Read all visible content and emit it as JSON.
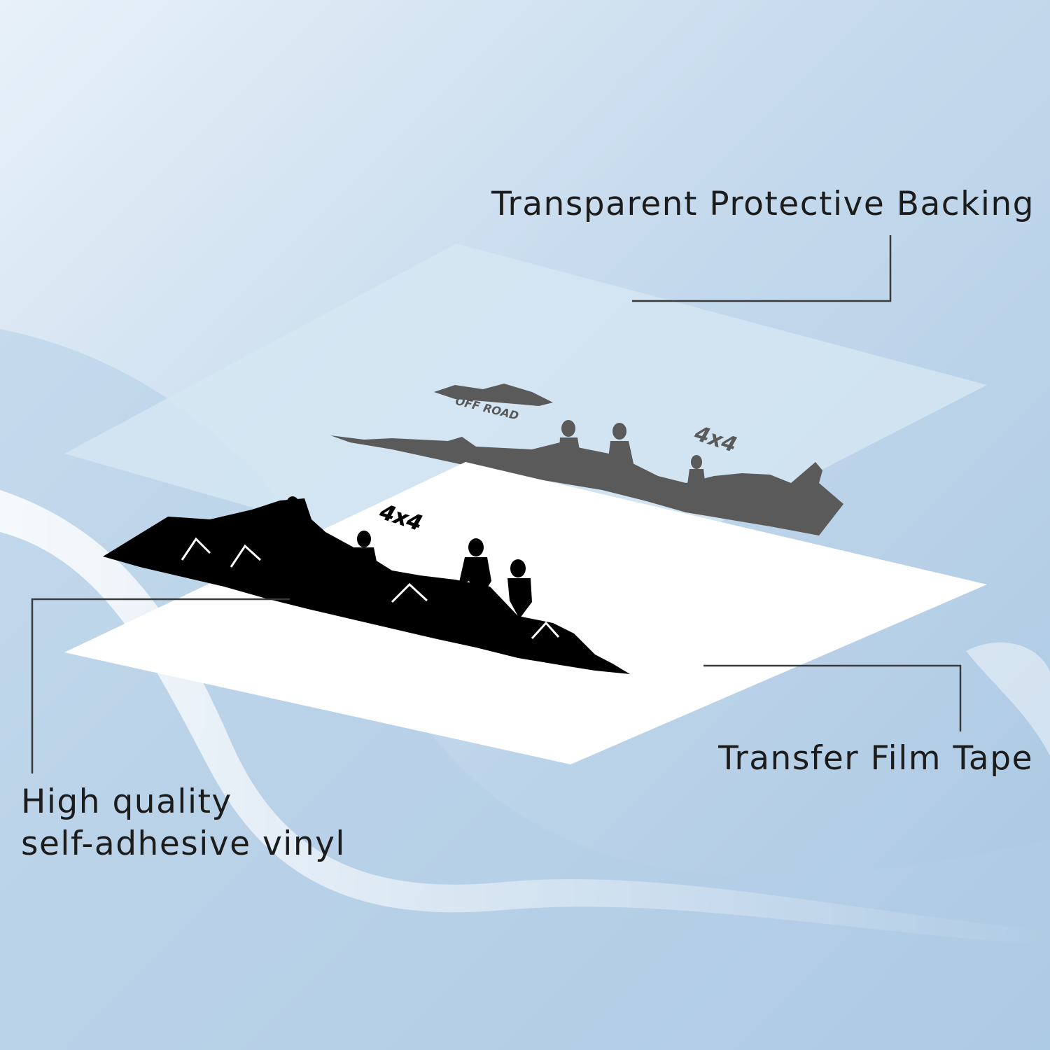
{
  "colors": {
    "background_light": "#e8f1f9",
    "background_mid": "#c4d9ec",
    "background_dark": "#9dbedc",
    "backing_sheet": "#d6e6f3",
    "vinyl_sheet": "#ffffff",
    "decal_black": "#000000",
    "decal_gray": "#5a5a5a",
    "label_text": "#1c1c1c",
    "leader_line": "#3a3a3a"
  },
  "labels": {
    "backing": "Transparent Protective Backing",
    "transfer": "Transfer Film Tape",
    "vinyl_line1": "High quality",
    "vinyl_line2": "self-adhesive vinyl"
  },
  "decal_text": {
    "badge": "4x4",
    "off_road": "OFF ROAD"
  }
}
